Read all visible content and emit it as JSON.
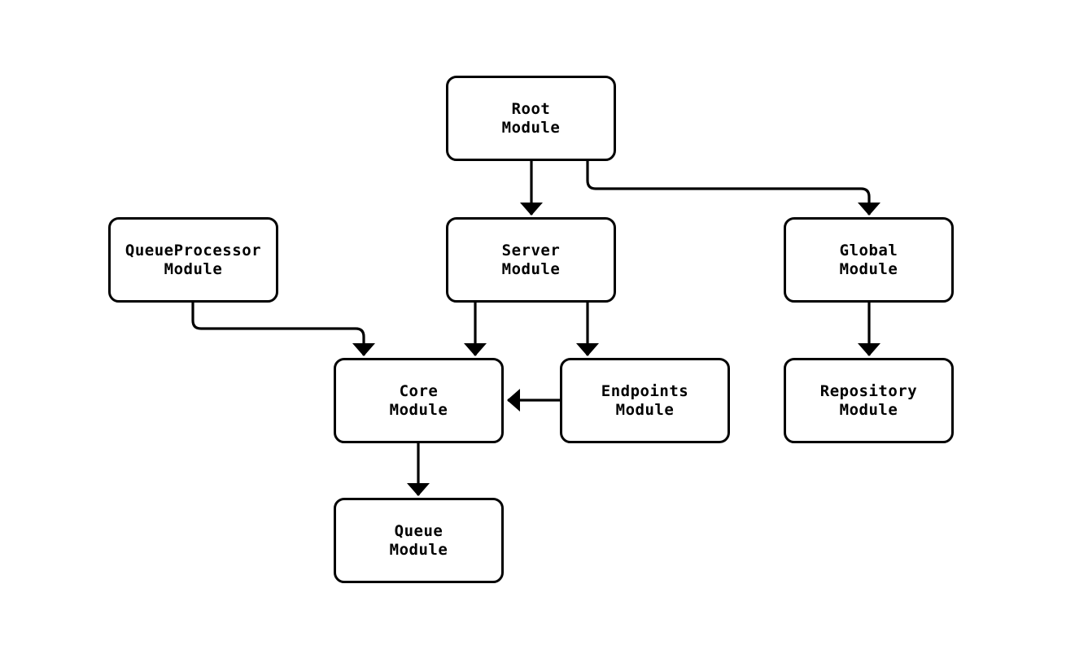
{
  "colors": {
    "stroke": "#000000",
    "background": "#ffffff",
    "node_fill": "#ffffff",
    "text": "#000000"
  },
  "diagram": {
    "type": "module-dependency-flowchart",
    "nodes": [
      {
        "id": "root",
        "label": "Root\nModule"
      },
      {
        "id": "queueprocessor",
        "label": "QueueProcessor\nModule"
      },
      {
        "id": "server",
        "label": "Server\nModule"
      },
      {
        "id": "global",
        "label": "Global\nModule"
      },
      {
        "id": "core",
        "label": "Core\nModule"
      },
      {
        "id": "endpoints",
        "label": "Endpoints\nModule"
      },
      {
        "id": "repository",
        "label": "Repository\nModule"
      },
      {
        "id": "queue",
        "label": "Queue\nModule"
      }
    ],
    "edges": [
      {
        "from": "root",
        "to": "server"
      },
      {
        "from": "root",
        "to": "global"
      },
      {
        "from": "queueprocessor",
        "to": "core"
      },
      {
        "from": "server",
        "to": "core"
      },
      {
        "from": "server",
        "to": "endpoints"
      },
      {
        "from": "endpoints",
        "to": "core"
      },
      {
        "from": "global",
        "to": "repository"
      },
      {
        "from": "core",
        "to": "queue"
      }
    ]
  }
}
